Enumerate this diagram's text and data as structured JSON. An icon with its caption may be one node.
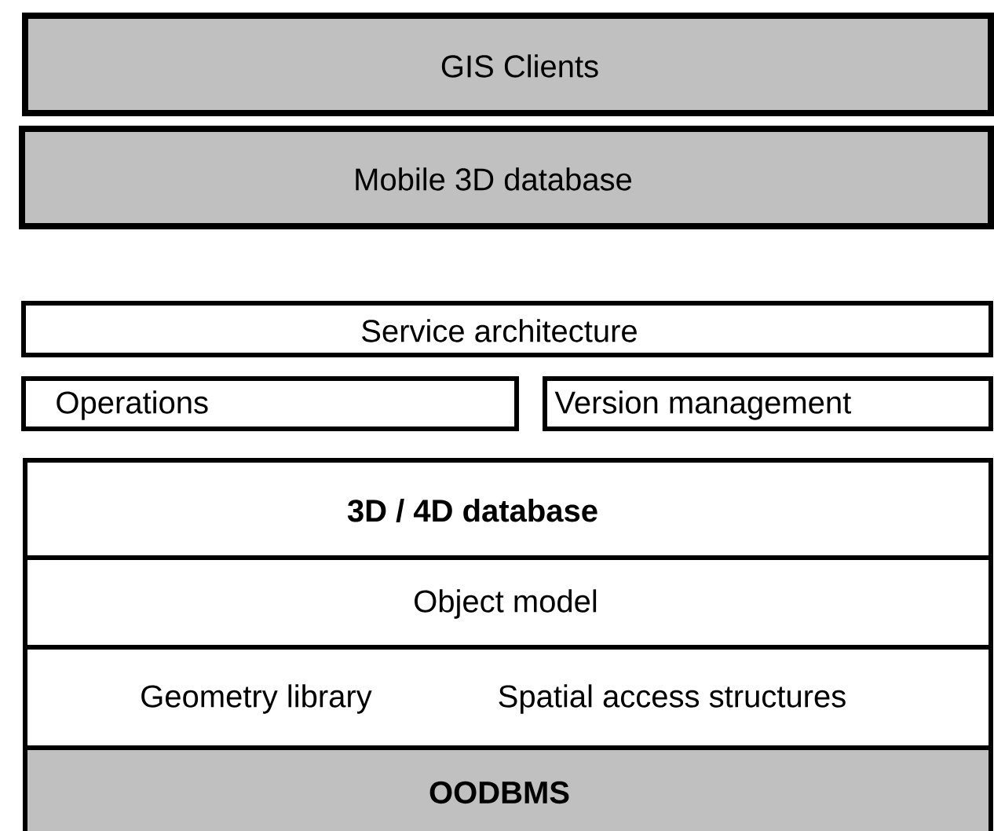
{
  "diagram": {
    "nodes": [
      {
        "text": [
          "GIS Clients"
        ]
      },
      {
        "text": [
          "Mobile 3D database"
        ]
      },
      {
        "text": [
          "Service architecture"
        ]
      },
      {
        "text": [
          "Operations"
        ]
      },
      {
        "text": [
          "Version management"
        ]
      },
      {
        "text": [
          "3D / 4D database"
        ]
      },
      {
        "text": [
          "Object model"
        ]
      },
      {
        "text": [
          "Geometry library",
          "Spatial access structures"
        ]
      },
      {
        "text": [
          "OODBMS"
        ]
      }
    ]
  }
}
